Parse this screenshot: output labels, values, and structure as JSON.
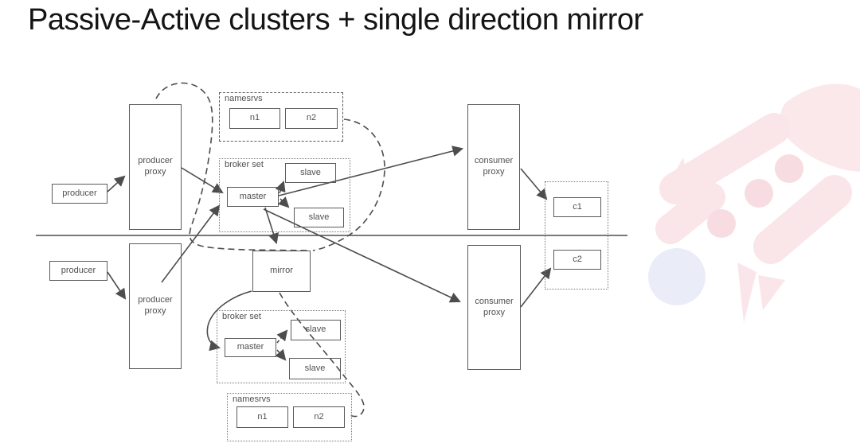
{
  "title": "Passive-Active clusters + single direction mirror",
  "colors": {
    "diagram_line": "#4d4d4d",
    "box_border": "#5a5a5a",
    "label_text": "#4f4f4f",
    "watermark_pink": "#fae5e9",
    "watermark_dot_pink": "#f7dce2",
    "watermark_blue": "#eaedf8"
  },
  "top_cluster": {
    "producer": "producer",
    "producer_proxy": "producer proxy",
    "namesrvs_label": "namesrvs",
    "namesrv_nodes": [
      "n1",
      "n2"
    ],
    "broker_set_label": "broker set",
    "master": "master",
    "slave_a": "slave",
    "slave_b": "slave",
    "consumer_proxy": "consumer proxy",
    "consumer": "c1"
  },
  "bottom_cluster": {
    "producer": "producer",
    "producer_proxy": "producer proxy",
    "mirror": "mirror",
    "broker_set_label": "broker set",
    "master": "master",
    "slave_a": "slave",
    "slave_b": "slave",
    "namesrvs_label": "namesrvs",
    "namesrv_nodes": [
      "n1",
      "n2"
    ],
    "consumer_proxy": "consumer proxy",
    "consumer": "c2"
  }
}
